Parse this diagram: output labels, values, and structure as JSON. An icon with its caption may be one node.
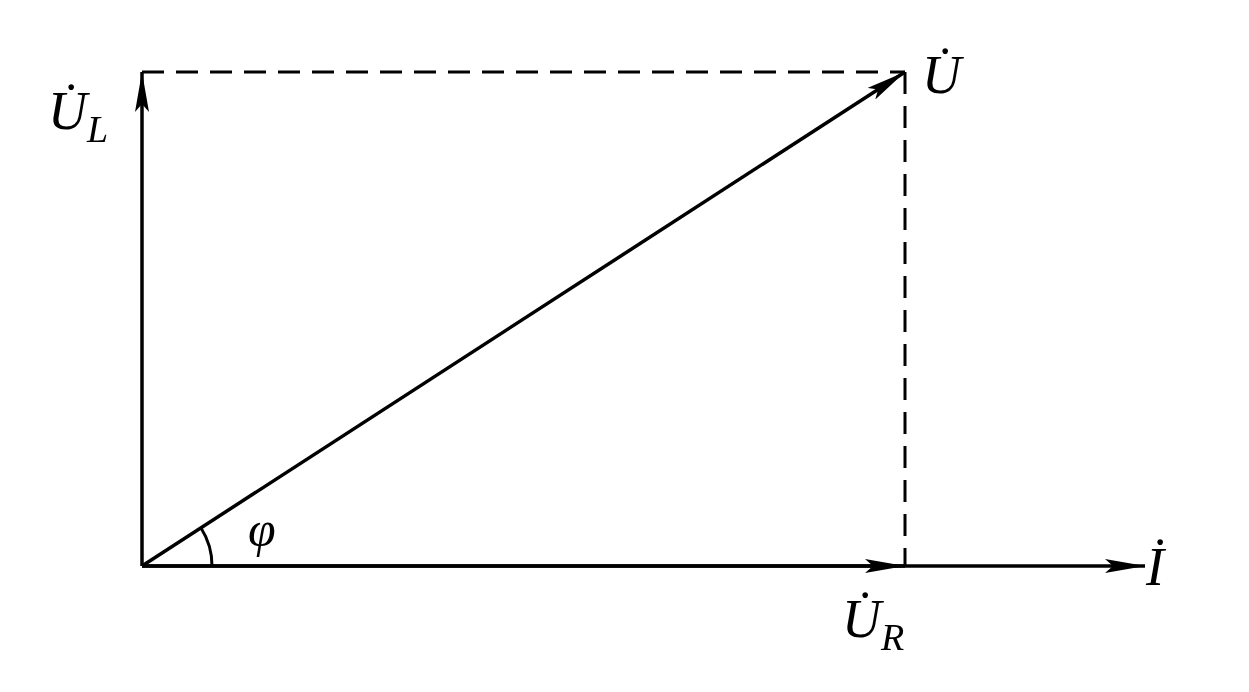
{
  "diagram": {
    "nodes": [
      {
        "text": [
          "U̇$_{L}$"
        ]
      },
      {
        "text": [
          "U̇"
        ]
      },
      {
        "text": [
          "U̇$_{R}$"
        ]
      },
      {
        "text": [
          "İ"
        ]
      }
    ],
    "edges": [
      {
        "from": null,
        "to": 0,
        "arrow": "to"
      },
      {
        "from": null,
        "to": 1,
        "arrow": "to"
      },
      {
        "from": null,
        "to": 2,
        "arrow": "to"
      },
      {
        "from": null,
        "to": 3,
        "arrow": "to"
      },
      {
        "from": 0,
        "to": 1,
        "arrow": "none",
        "style": "dashed"
      },
      {
        "from": 1,
        "to": 2,
        "arrow": "none",
        "style": "dashed"
      }
    ],
    "labels": [
      "φ"
    ]
  }
}
